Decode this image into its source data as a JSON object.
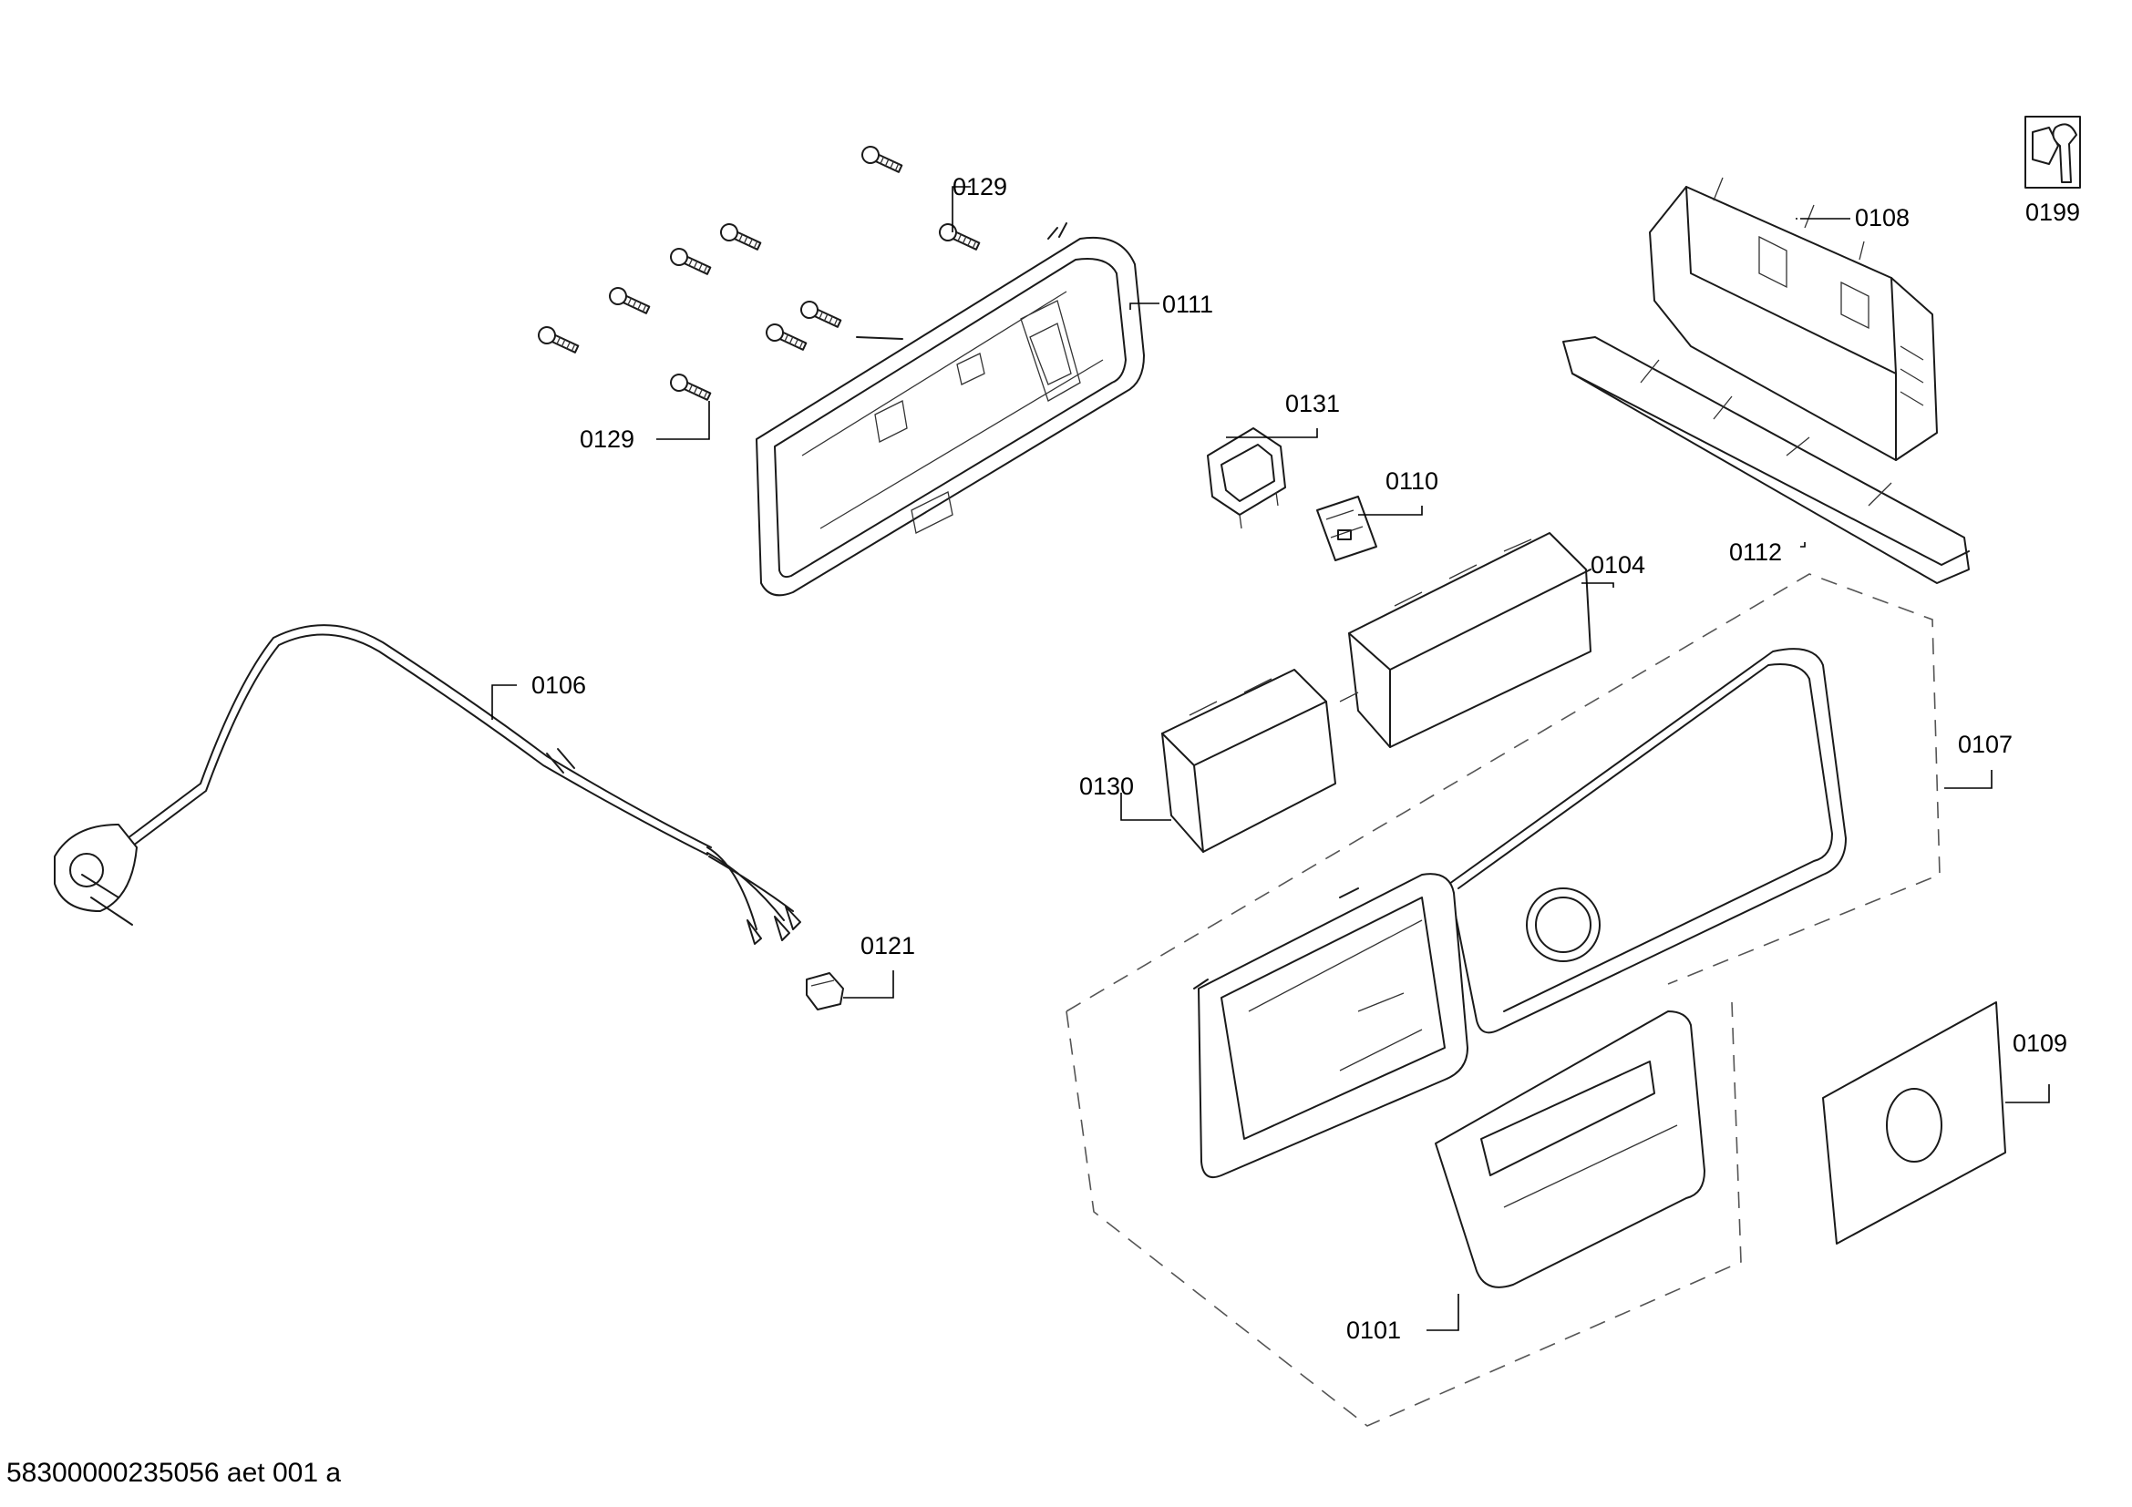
{
  "labels": {
    "p0129_top": "0129",
    "p0129_bottom": "0129",
    "p0111": "0111",
    "p0131": "0131",
    "p0110": "0110",
    "p0104": "0104",
    "p0108": "0108",
    "p0112": "0112",
    "p0199": "0199",
    "p0106": "0106",
    "p0130": "0130",
    "p0107": "0107",
    "p0121": "0121",
    "p0109": "0109",
    "p0101": "0101"
  },
  "document_id": "58300000235056 aet 001 a",
  "icons": {
    "tool_icon": "wrench-nut-icon"
  }
}
